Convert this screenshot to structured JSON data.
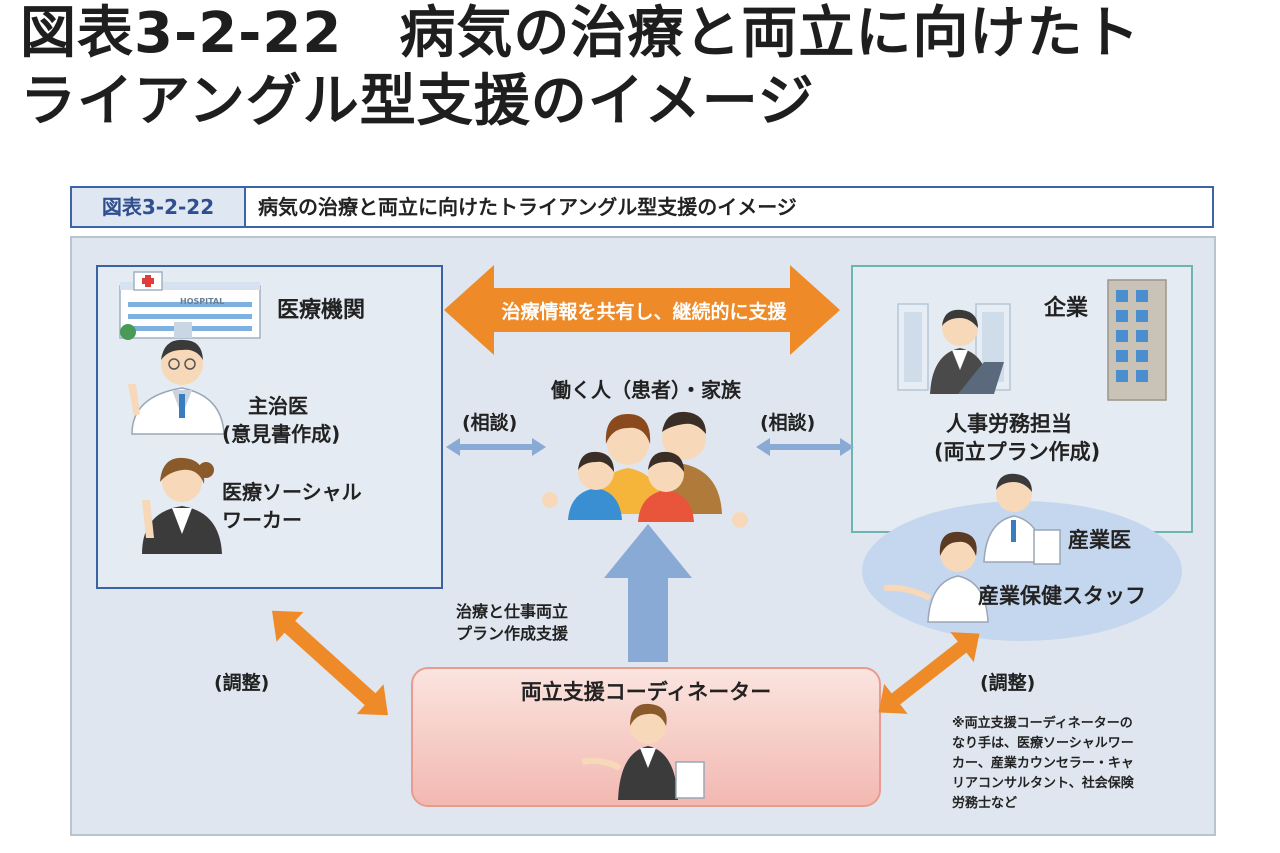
{
  "title": {
    "line1": "図表3-2-22　病気の治療と両立に向けたト",
    "line2": "ライアングル型支援のイメージ"
  },
  "figure": {
    "label": "図表3-2-22",
    "title": "病気の治療と両立に向けたトライアングル型支援のイメージ"
  },
  "medical": {
    "heading": "医療機関",
    "hospital_sign": "HOSPITAL",
    "doctor_line1": "主治医",
    "doctor_line2": "(意見書作成)",
    "social_line1": "医療ソーシャル",
    "social_line2": "ワーカー"
  },
  "center": {
    "share_label": "治療情報を共有し、継続的に支援",
    "worker_label": "働く人（患者）・家族",
    "consult_left": "(相談)",
    "consult_right": "(相談)",
    "plan_line1": "治療と仕事両立",
    "plan_line2": "プラン作成支援"
  },
  "company": {
    "heading": "企業",
    "hr_line1": "人事労務担当",
    "hr_line2": "(両立プラン作成)",
    "occ_doctor": "産業医",
    "occ_staff": "産業保健スタッフ"
  },
  "coordinator": {
    "label": "両立支援コーディネーター",
    "adjust_left": "(調整)",
    "adjust_right": "(調整)",
    "note": [
      "※両立支援コーディネーターの",
      "なり手は、医療ソーシャルワー",
      "カー、産業カウンセラー・キャ",
      "リアコンサルタント、社会保険",
      "労務士など"
    ]
  },
  "colors": {
    "orange": "#ee8a27",
    "blue_arrow": "#8aaad6",
    "medical_border": "#3b63a3",
    "company_border": "#6db4b2",
    "ellipse": "#c5d7ee",
    "coord_fill": "#f6c9c4"
  }
}
